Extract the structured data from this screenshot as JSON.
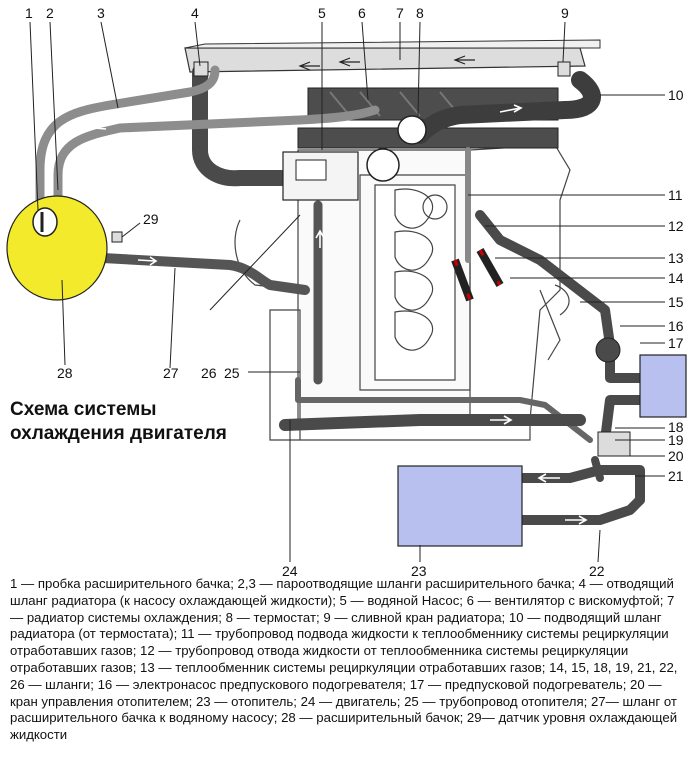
{
  "title_line1": "Схема системы",
  "title_line2": "охлаждения двигателя",
  "legend": "1 — пробка расширительного бачка; 2,3 — пароотводящие шланги расширительного бачка; 4 — отводящий шланг радиатора (к насосу охлаждающей жидкости); 5 — водяной Насос; 6 — вентилятор с вискомуфтой; 7 — радиатор системы охлаждения; 8 — термостат; 9 — сливной кран радиатора; 10 — подводящий шланг радиатора (от термостата); 11 — трубопровод подвода жидкости к теплообменнику системы рециркуляции отработавших газов; 12 — трубопровод отвода жидкости от теплообменника системы рециркуляции отработавших газов; 13 — теплообменник системы рециркуляции отработавших газов; 14, 15, 18, 19, 21, 22, 26 — шланги; 16 — электронасос предпускового подогревателя; 17 — предпусковой подогреватель; 20 — кран управления отопителем; 23 — отопитель; 24 — двигатель; 25 — трубопровод отопителя; 27— шланг от расширительного бачка к водяному насосу; 28 — расширительный бачок; 29— датчик уровня охлаждающей жидкости",
  "callouts": {
    "n1": "1",
    "n2": "2",
    "n3": "3",
    "n4": "4",
    "n5": "5",
    "n6": "6",
    "n7": "7",
    "n8": "8",
    "n9": "9",
    "n10": "10",
    "n11": "11",
    "n12": "12",
    "n13": "13",
    "n14": "14",
    "n15": "15",
    "n16": "16",
    "n17": "17",
    "n18": "18",
    "n19": "19",
    "n20": "20",
    "n21": "21",
    "n22": "22",
    "n23": "23",
    "n24": "24",
    "n25": "25",
    "n26": "26",
    "n27": "27",
    "n28": "28",
    "n29": "29"
  },
  "colors": {
    "hose": "#5b5b5b",
    "hose_light": "#8a8a8a",
    "tank": "#f2ea2a",
    "heater": "#b8c0f0",
    "line": "#222222"
  }
}
